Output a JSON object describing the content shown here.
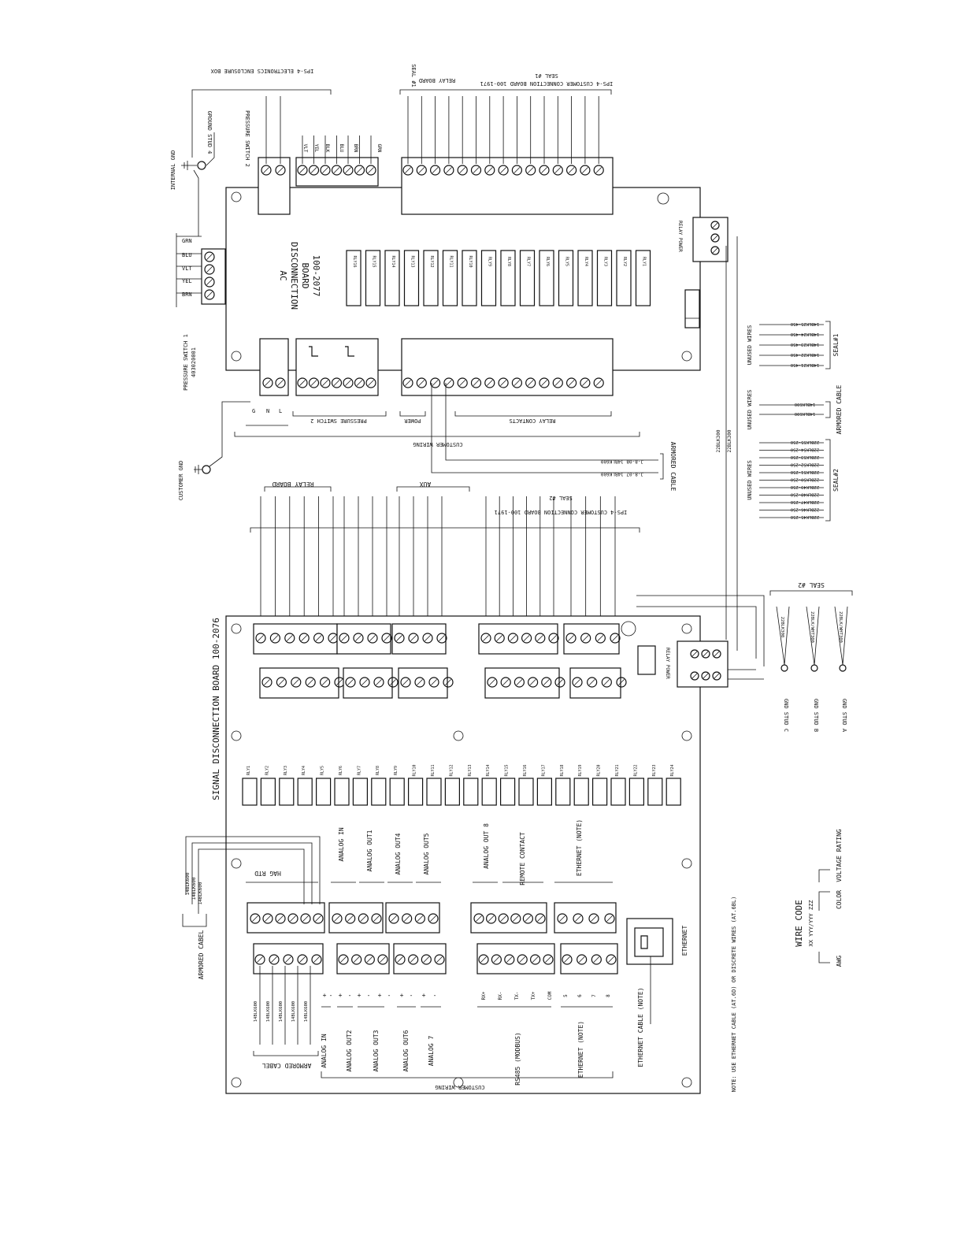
{
  "ac_board": {
    "title": "AC",
    "line2": "DISCONNECTION",
    "line3": "BOARD",
    "part": "100-2077",
    "top_terminals": [
      "VLT",
      "YEL",
      "BLK",
      "BLU",
      "BRN",
      "GRN"
    ],
    "relay_labels": [
      "RLY16",
      "RLY15",
      "RLY14",
      "RLY13",
      "RLY12",
      "RLY11",
      "RLY10",
      "RLY9",
      "RLY8",
      "RLY7",
      "RLY6",
      "RLY5",
      "RLY4",
      "RLY3",
      "RLY2",
      "RLY1"
    ]
  },
  "signal_board": {
    "title": "SIGNAL DISCONNECTION BOARD 100-2076",
    "relay_labels": [
      "RLY1",
      "RLY2",
      "RLY3",
      "RLY4",
      "RLY5",
      "RLY6",
      "RLY7",
      "RLY8",
      "RLY9",
      "RLY10",
      "RLY11",
      "RLY12",
      "RLY13",
      "RLY14",
      "RLY15",
      "RLY16",
      "RLY17",
      "RLY18",
      "RLY19",
      "RLY20",
      "RLY21",
      "RLY22",
      "RLY23",
      "RLY24"
    ],
    "inner_labels": [
      "ANALOG IN",
      "ANALOG OUT1",
      "ANALOG OUT4",
      "ANALOG OUT5",
      "ANALOG OUT 8",
      "REMOTE CONTACT",
      "ETHERNET (NOTE)",
      "HAG RTD",
      "ETHERNET"
    ],
    "bottom_labels": [
      "ANALOG IN",
      "ANALOG OUT2",
      "ANALOG OUT3",
      "ANALOG OUT6",
      "ANALOG 7",
      "RS485 (MODBUS)",
      "ETHERNET (NOTE)"
    ],
    "rs485_pins": [
      "RX+",
      "RX-",
      "TX-",
      "TX+",
      "COM"
    ],
    "eth_pins_bottom": [
      "5",
      "6",
      "7",
      "8"
    ]
  },
  "labels": {
    "enclosure": "IPS-4 ELECTRONICS ENCLOSURE BOX",
    "seal1_top": "SEAL #1",
    "relay_board_top": "RELAY BOARD",
    "customer_conn_top": "IPS-4 CUSTOMER CONNECTION BOARD 100-1971",
    "seal1b": "SEAL #1",
    "internal_gnd": "INTERNAL GND",
    "ground_stud": "GROUND STUD 4",
    "pressure_switch_2": "PRESSURE SWITCH 2",
    "pressure_switch_1": "PRESSURE SWITCH 1",
    "pressure_switch_1_pn": "403020001",
    "pressure_switch_2_bottom": "PRESSURE SWITCH 2",
    "power": "POWER",
    "relay_contacts": "RELAY CONTACTS",
    "customer_wiring": "CUSTOMER WIRING",
    "customer_gnd": "CUSTOMER GND",
    "armored_cable": "ARMORED CABLE",
    "relay_board_mid": "RELAY BOARD",
    "aux": "AUX",
    "customer_conn_mid": "IPS-4 CUSTOMER CONNECTION BOARD 100-1971",
    "seal2_mid": "SEAL #2",
    "unused_wires": "UNUSED WIRES",
    "seal_n": "SEAL#1",
    "seal_n2": "SEAL#2",
    "seal2_right": "SEAL #2",
    "gnd_stud_c": "GND STUD C",
    "gnd_stud_b": "GND STUD B",
    "gnd_stud_a": "GND STUD A",
    "relay_power": "RELAY POWER",
    "armored_cabel_left": "ARMORED CABEL",
    "armored_cabel_bottom": "ARMORED CABEL",
    "ethernet_cable": "ETHERNET CABLE (NOTE)",
    "customer_wiring_bottom": "CUSTOMER WIRING",
    "note": "NOTE: USE ETHERNET CABLE (AT.6D) OR DISCRETE WIRES (AT.6BL)",
    "wire_code": "WIRE CODE",
    "wire_code_example": "XX YYY/YYY ZZZ",
    "awg": "AWG",
    "color": "COLOR",
    "voltage_rating": "VOLTAGE RATING",
    "ac_legend": [
      "G",
      "N",
      "L"
    ]
  },
  "wires": {
    "unused_seal1": [
      "14BLK25-450",
      "14BLK24-450",
      "14BLK23-450",
      "14BLK22-450",
      "14BLK21-450"
    ],
    "unused_armored": [
      "14BLK600",
      "14BLK600"
    ],
    "unused_seal2": [
      "22BLK55-250",
      "22BLK54-250",
      "22BLK53-250",
      "22BLK52-250",
      "22BLK51-250",
      "22BLK50-250",
      "22BLK49-250",
      "22BLK48-250",
      "22BLK47-250",
      "22BLK46-250",
      "22BLK45-250"
    ],
    "armored_mid": [
      "J-8-08 14BLK600",
      "J-8-07 14BLK600"
    ],
    "seal2_right": [
      "22BLK300",
      "22BLK/WHT300",
      "22BLK/WHT300"
    ],
    "armored_left": [
      "14BLK600",
      "14BLK600",
      "14BLK600"
    ],
    "armored_bottom": [
      "14BLK600",
      "14BLK600",
      "14BLK600",
      "14BLK600",
      "14BLK600"
    ]
  }
}
